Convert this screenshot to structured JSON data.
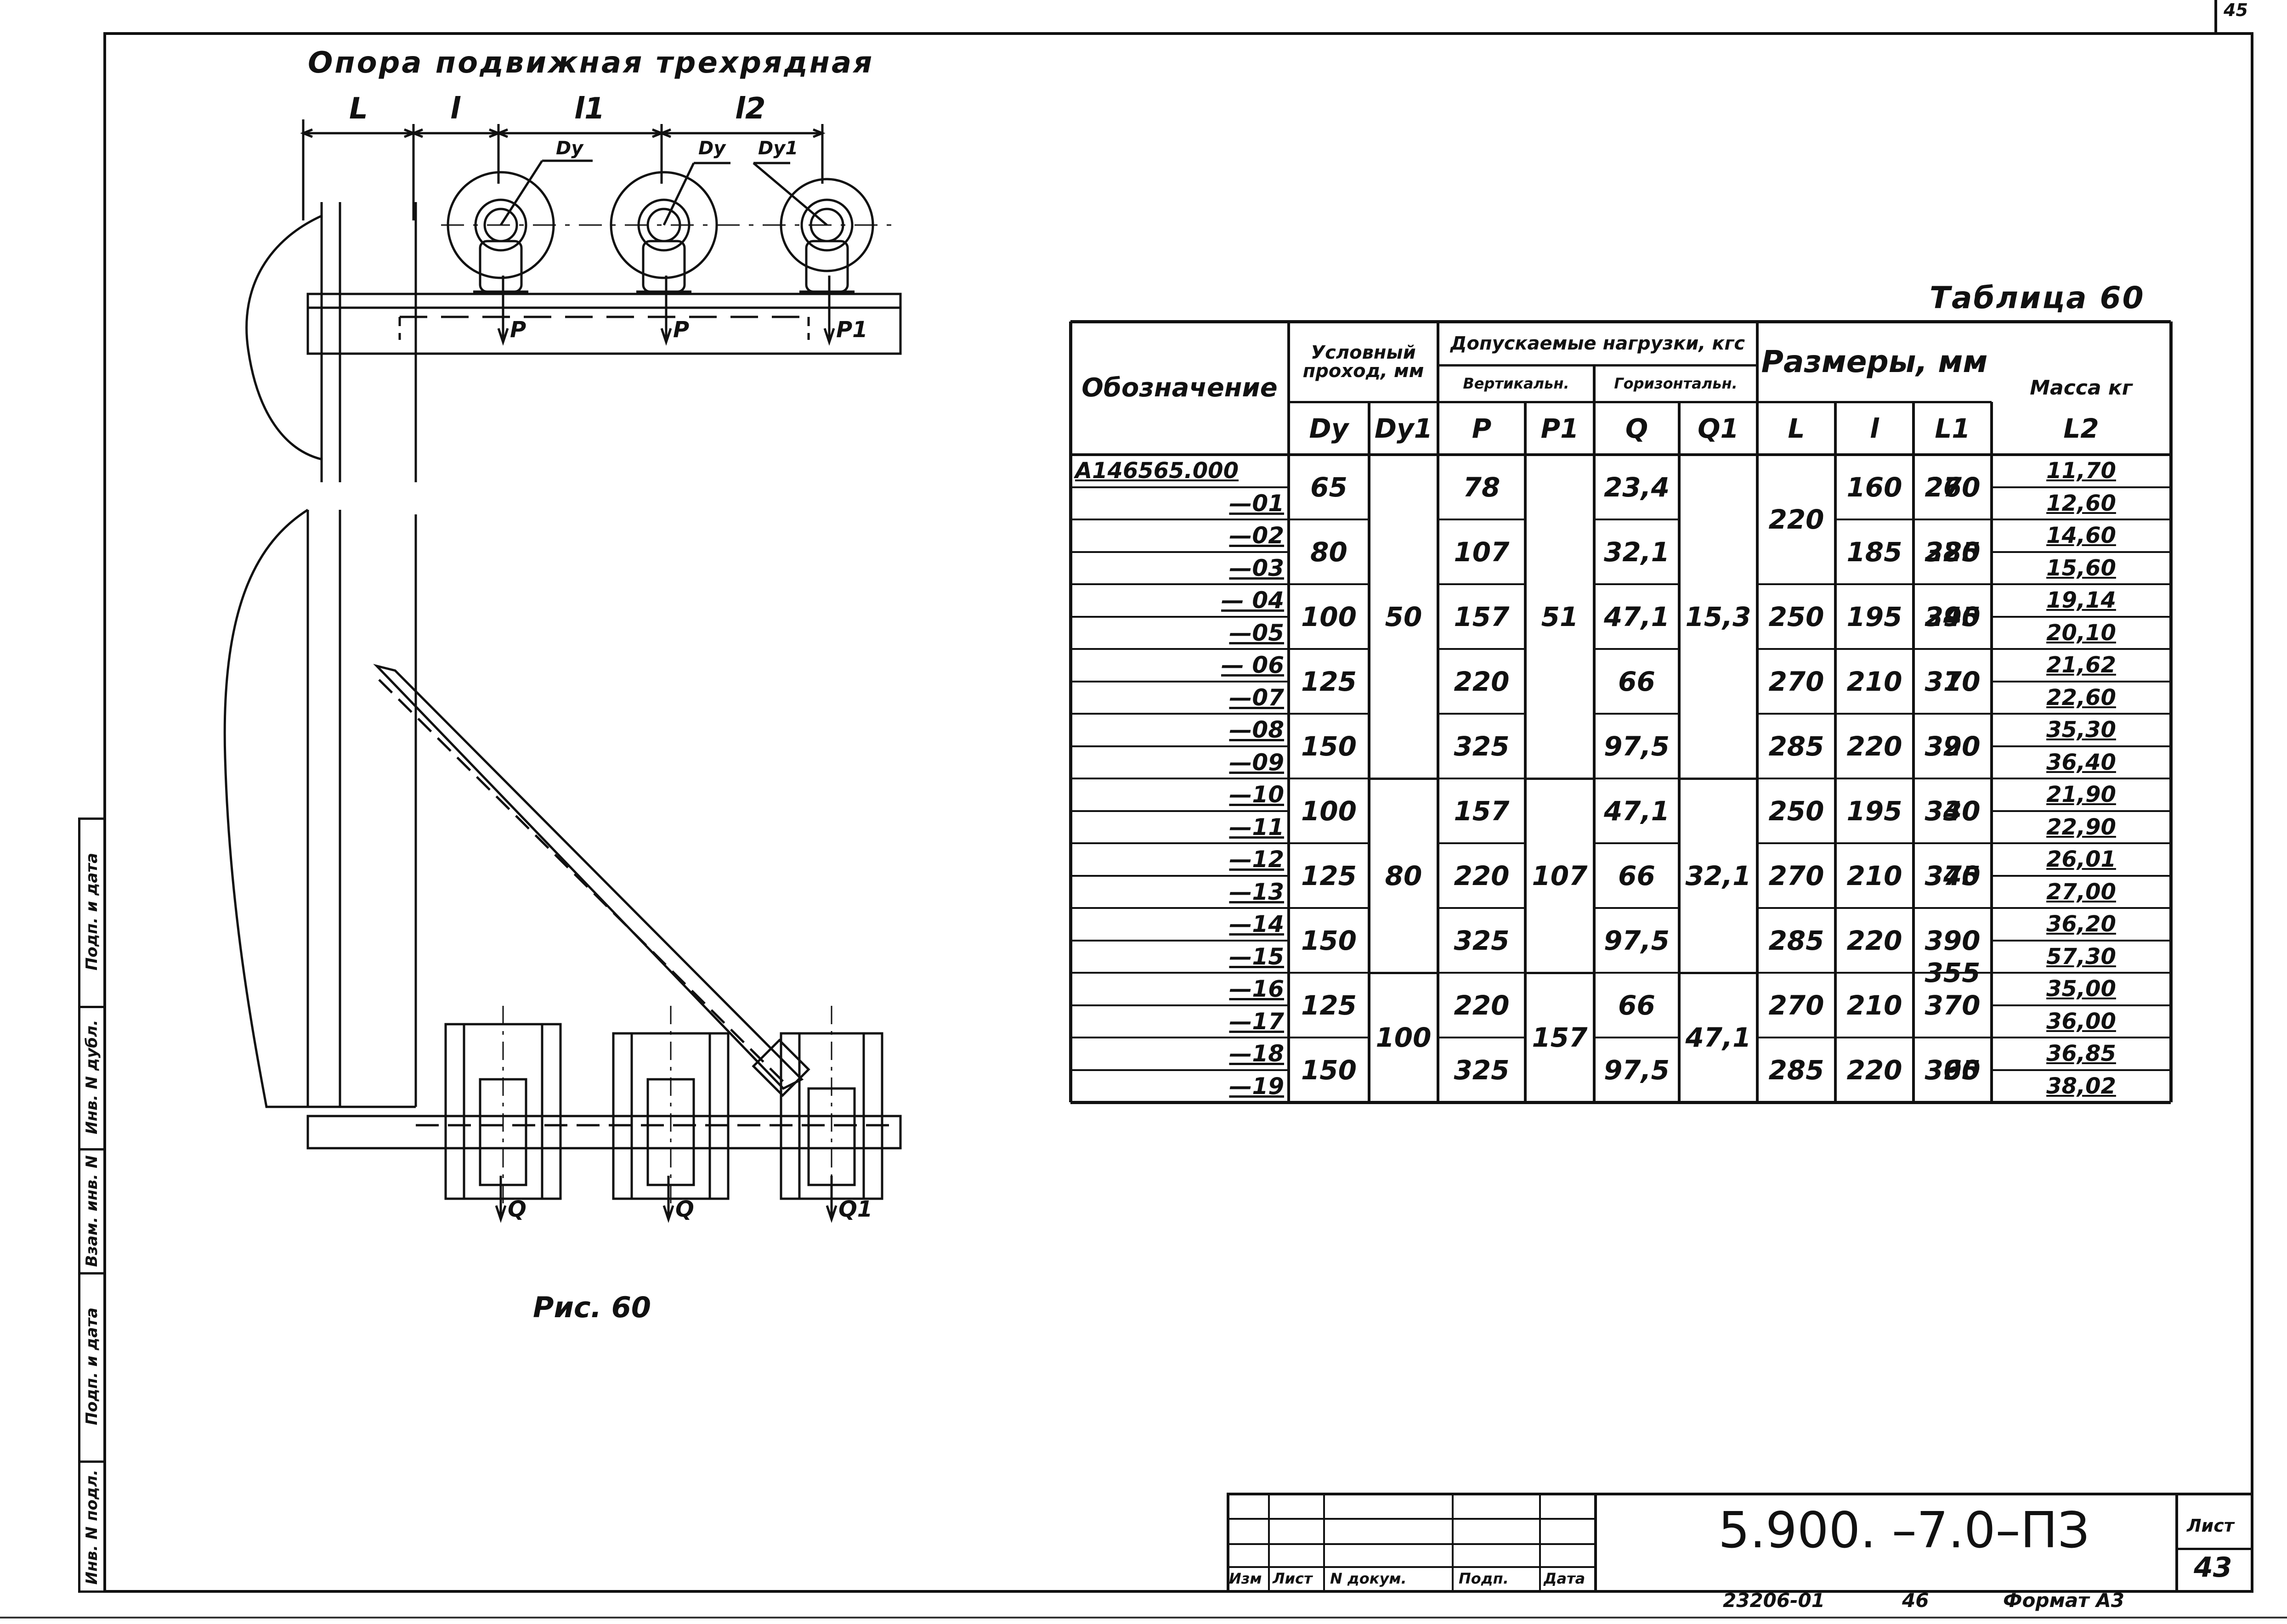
{
  "sheet_corner_number": "45",
  "drawing": {
    "title": "Опора подвижная трехрядная",
    "caption": "Рис. 60",
    "dim_labels": [
      "L",
      "l",
      "l1",
      "l2"
    ],
    "pipe_labels": [
      "Dy",
      "Dy",
      "Dy1"
    ],
    "load_top": [
      "P",
      "P",
      "P1"
    ],
    "load_bottom": [
      "Q",
      "Q",
      "Q1"
    ]
  },
  "table": {
    "title": "Таблица 60",
    "headers": {
      "designation": "Обозначение",
      "nominal": "Условный проход, мм",
      "loads": "Допускаемые нагрузки, кгс",
      "vertical": "Вертикальн.",
      "horizontal": "Горизонтальн.",
      "sizes": "Размеры, мм",
      "mass": "Масса кг",
      "dy": "Dy",
      "dy1": "Dy1",
      "p": "P",
      "p1": "P1",
      "q": "Q",
      "q1": "Q1",
      "L": "L",
      "l": "l",
      "l1": "L1",
      "l2": "L2"
    },
    "designations": [
      "А146565.000",
      "—01",
      "—02",
      "—03",
      "— 04",
      "—05",
      "— 06",
      "—07",
      "—08",
      "—09",
      "—10",
      "—11",
      "—12",
      "—13",
      "—14",
      "—15",
      "—16",
      "—17",
      "—18",
      "—19"
    ],
    "masses": [
      "11,70",
      "12,60",
      "14,60",
      "15,60",
      "19,14",
      "20,10",
      "21,62",
      "22,60",
      "35,30",
      "36,40",
      "21,90",
      "22,90",
      "26,01",
      "27,00",
      "36,20",
      "57,30",
      "35,00",
      "36,00",
      "36,85",
      "38,02"
    ],
    "dy": [
      "65",
      "80",
      "100",
      "125",
      "150",
      "100",
      "125",
      "150",
      "125",
      "150"
    ],
    "p": [
      "78",
      "107",
      "157",
      "220",
      "325",
      "157",
      "220",
      "325",
      "220",
      "325"
    ],
    "q": [
      "23,4",
      "32,1",
      "47,1",
      "66",
      "97,5",
      "47,1",
      "66",
      "97,5",
      "66",
      "97,5"
    ],
    "L": [
      "220",
      "250",
      "270",
      "285",
      "250",
      "270",
      "285",
      "270",
      "285"
    ],
    "l": [
      "160",
      "185",
      "195",
      "210",
      "220",
      "195",
      "210",
      "220",
      "210",
      "220"
    ],
    "l1": [
      "270",
      "320",
      "340",
      "370",
      "390",
      "340",
      "370",
      "390",
      "370",
      "390"
    ],
    "l2": [
      "260",
      "285",
      "295",
      "310",
      "320",
      "330",
      "345",
      "355",
      "365"
    ],
    "dy1": [
      "50",
      "80",
      "100"
    ],
    "p1": [
      "51",
      "107",
      "157"
    ],
    "q1": [
      "15,3",
      "32,1",
      "47,1"
    ]
  },
  "side_stamp": [
    "Инв. N подл.",
    "Подп. и дата",
    "Взам. инв. N",
    "Инв. N дубл.",
    "Подп. и дата"
  ],
  "title_block": {
    "labels": [
      "Изм",
      "Лист",
      "N докум.",
      "Подп.",
      "Дата"
    ],
    "code": "5.900. –7.0–ПЗ",
    "sheet_label": "Лист",
    "sheet_number": "43",
    "footer_number": "23206-01",
    "footer_page": "46",
    "footer_format": "Формат А3"
  }
}
